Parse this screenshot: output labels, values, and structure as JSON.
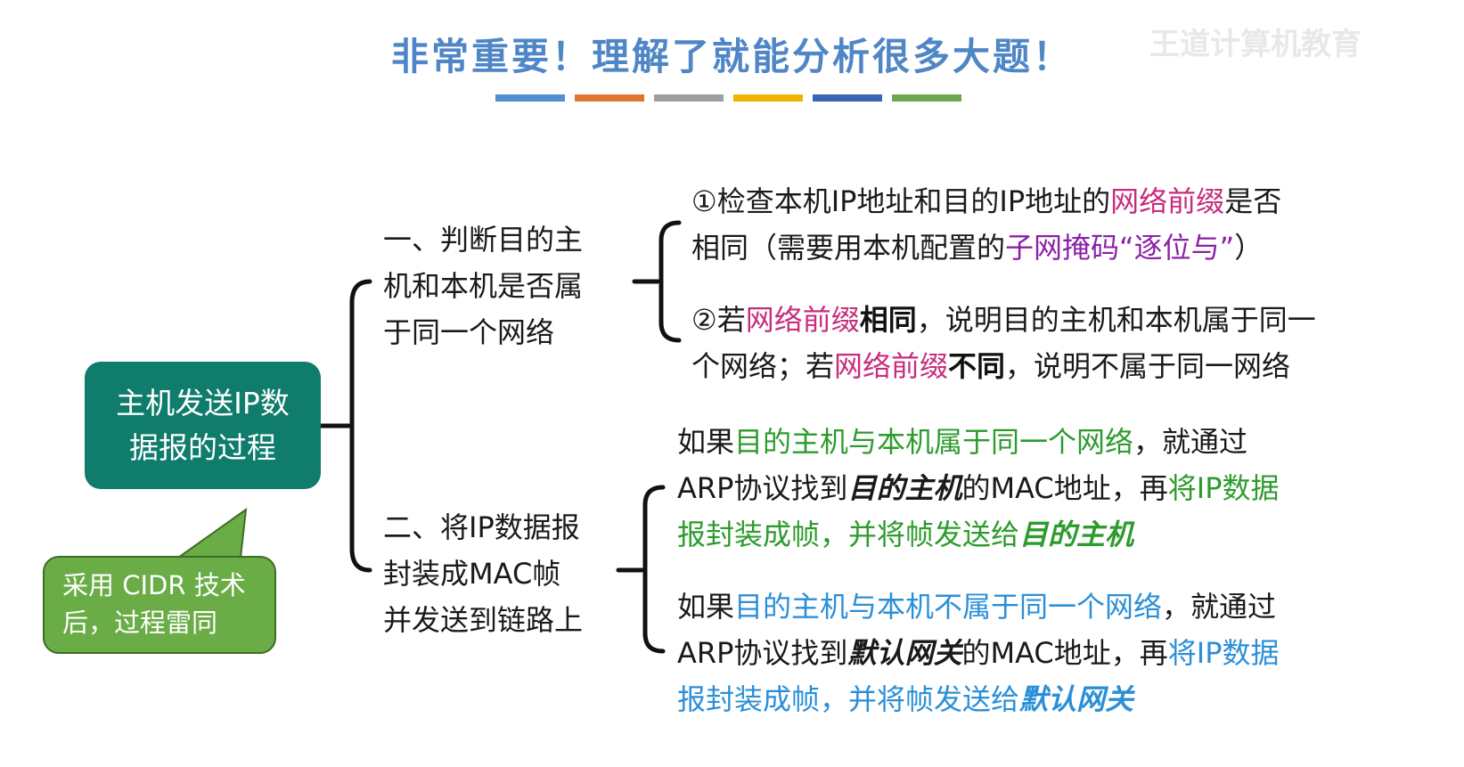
{
  "title": "非常重要！理解了就能分析很多大题！",
  "watermark": "王道计算机教育",
  "color_bars": [
    "#4f8fd0",
    "#e0762e",
    "#9e9e9e",
    "#f0b400",
    "#3d63b5",
    "#6aa84f"
  ],
  "root": {
    "line1": "主机发送IP数",
    "line2": "据报的过程"
  },
  "callout": {
    "line1": "采用 CIDR 技术",
    "line2": "后，过程雷同"
  },
  "branch1": {
    "line1": "一、判断目的主",
    "line2": "机和本机是否属",
    "line3": "于同一个网络"
  },
  "branch2": {
    "line1": "二、将IP数据报",
    "line2": "封装成MAC帧",
    "line3": "并发送到链路上"
  },
  "leaf1": {
    "l1a": "①检查本机IP地址和目的IP地址的",
    "l1b": "网络前缀",
    "l1c": "是否",
    "l2a": "相同（需要用本机配置的",
    "l2b": "子网掩码“逐位与”",
    "l2c": "）"
  },
  "leaf2": {
    "l1a": "②若",
    "l1b": "网络前缀",
    "l1c": "相同",
    "l1d": "，说明目的主机和本机属于同一",
    "l2a": "个网络；若",
    "l2b": "网络前缀",
    "l2c": "不同",
    "l2d": "，说明不属于同一网络"
  },
  "leaf3": {
    "l1a": "如果",
    "l1b": "目的主机与本机属于同一个网络",
    "l1c": "，就通过",
    "l2a": "ARP协议找到",
    "l2b": "目的主机",
    "l2c": "的MAC地址，再",
    "l2d": "将IP数据",
    "l3a": "报封装成帧，并将帧发送给",
    "l3b": "目的主机"
  },
  "leaf4": {
    "l1a": "如果",
    "l1b": "目的主机与本机不属于同一个网络",
    "l1c": "，就通过",
    "l2a": "ARP协议找到",
    "l2b": "默认网关",
    "l2c": "的MAC地址，再",
    "l2d": "将IP数据",
    "l3a": "报封装成帧，并将帧发送给",
    "l3b": "默认网关"
  }
}
